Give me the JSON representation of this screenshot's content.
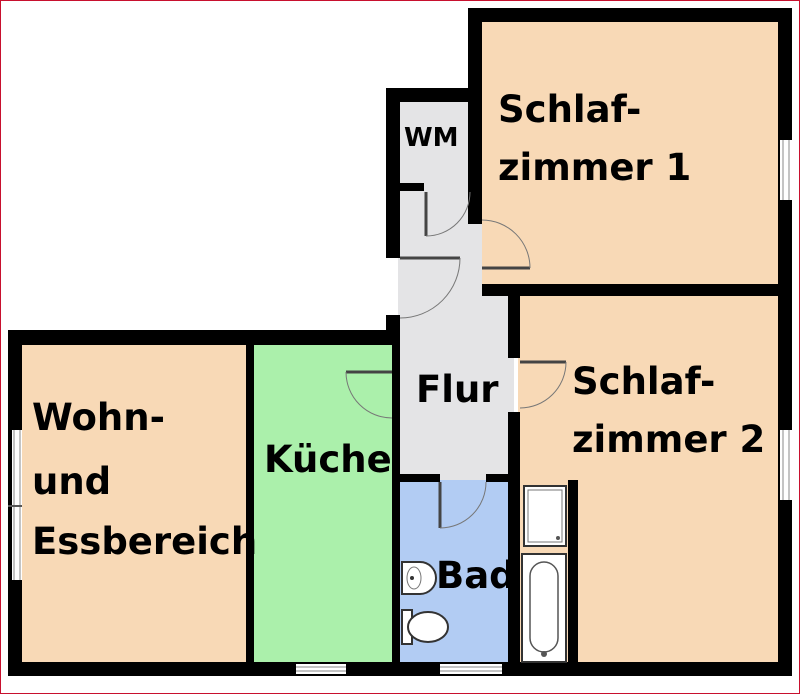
{
  "colors": {
    "bedroom": "#f8d9b6",
    "kitchen": "#abf0ab",
    "hall": "#e4e4e6",
    "bath": "#b2ccf3",
    "wall": "#000000",
    "border": "#c8102e"
  },
  "rooms": {
    "wm": "WM",
    "sz1_line1": "Schlaf-",
    "sz1_line2": "zimmer 1",
    "sz2_line1": "Schlaf-",
    "sz2_line2": "zimmer 2",
    "flur": "Flur",
    "kueche": "Küche",
    "bad": "Bad",
    "wohn_line1": "Wohn-",
    "wohn_line2": "und",
    "wohn_line3": "Essbereich"
  }
}
